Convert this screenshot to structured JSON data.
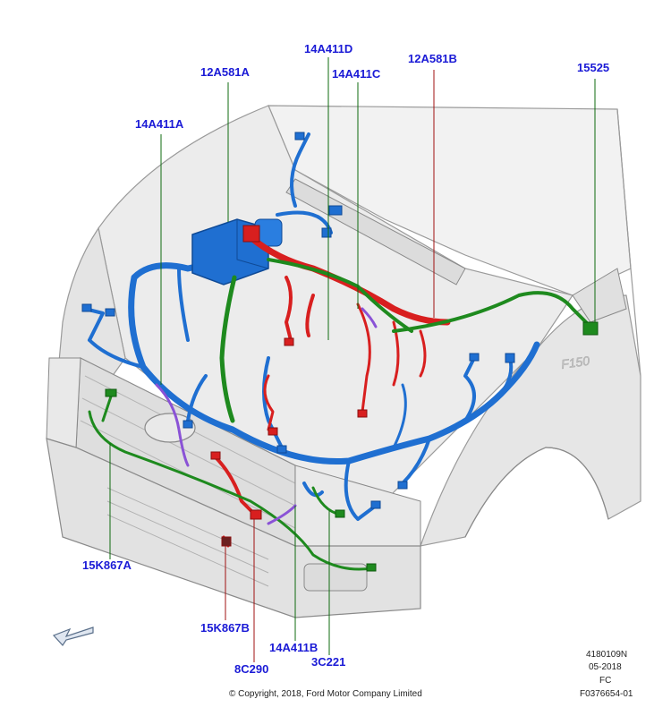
{
  "callouts": {
    "c12A581A": "12A581A",
    "c14A411D": "14A411D",
    "c14A411C": "14A411C",
    "c12A581B": "12A581B",
    "c15525": "15525",
    "c14A411A": "14A411A",
    "c15K867A": "15K867A",
    "c15K867B": "15K867B",
    "c14A411B": "14A411B",
    "c8C290": "8C290",
    "c3C221": "3C221"
  },
  "footer": {
    "copyright": "© Copyright, 2018, Ford Motor Company Limited",
    "ref_number": "4180109N",
    "date": "05-2018",
    "code": "FC",
    "figure_id": "F0376654-01"
  },
  "fender_badge": "F150",
  "colors": {
    "callout_text": "#1a1ad6",
    "harness_blue": "#1f6fd1",
    "harness_red": "#d81f1f",
    "harness_green": "#1e8a1e",
    "harness_purple": "#8a52d6",
    "leader_green": "#0f6b0f",
    "leader_red": "#a01010",
    "vehicle_outline": "#9a9a9a",
    "vehicle_fill": "#ececec"
  }
}
